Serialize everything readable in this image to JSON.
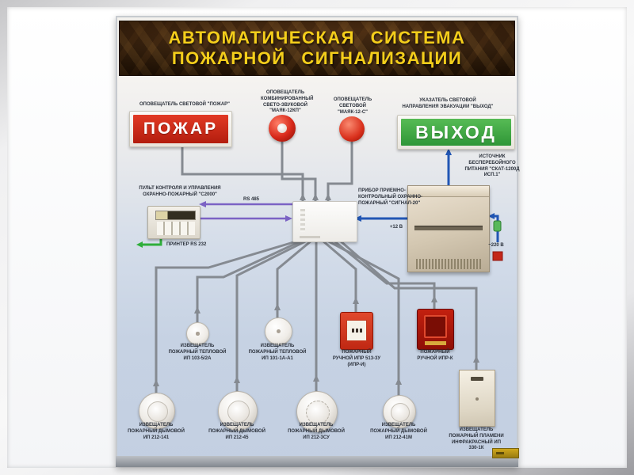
{
  "title": {
    "line1": "АВТОМАТИЧЕСКАЯ  СИСТЕМА",
    "line2": "ПОЖАРНОЙ  СИГНАЛИЗАЦИИ"
  },
  "signs": {
    "fire": {
      "caption": "ОПОВЕЩАТЕЛЬ СВЕТОВОЙ \"ПОЖАР\"",
      "text": "ПОЖАР"
    },
    "exit": {
      "caption": "УКАЗАТЕЛЬ СВЕТОВОЙ НАПРАВЛЕНИЯ ЭВАКУАЦИИ \"ВЫХОД\"",
      "text": "ВЫХОД"
    }
  },
  "annunciators": {
    "combined": {
      "caption": "ОПОВЕЩАТЕЛЬ КОМБИНИРОВАННЫЙ СВЕТО-ЗВУКОВОЙ \"МАЯК-12КП\""
    },
    "light": {
      "caption": "ОПОВЕЩАТЕЛЬ СВЕТОВОЙ \"МАЯК-12-С\""
    }
  },
  "console": {
    "caption": "ПУЛЬТ КОНТРОЛЯ И УПРАВЛЕНИЯ ОХРАННО-ПОЖАРНЫЙ \"С2000\"",
    "printer": "ПРИНТЕР RS 232",
    "bus": "RS 485"
  },
  "panel": {
    "caption": "ПРИБОР ПРИЕМНО-КОНТРОЛЬНЫЙ ОХРАННО-ПОЖАРНЫЙ \"СИГНАЛ-20\"",
    "power_in": "+12 В"
  },
  "ups": {
    "caption": "ИСТОЧНИК БЕСПЕРЕБОЙНОГО ПИТАНИЯ \"СКАТ-1200Д исп.1\"",
    "mains": "~220 В"
  },
  "detectors": {
    "heat1": "ИЗВЕЩАТЕЛЬ ПОЖАРНЫЙ ТЕПЛОВОЙ ИП 103-5/2А",
    "heat2": "ИЗВЕЩАТЕЛЬ ПОЖАРНЫЙ ТЕПЛОВОЙ ИП 101-1А-А1",
    "manual1": "ПОЖАРНЫЙ РУЧНОЙ ИПР 513-3У (ИПР-И)",
    "manual2": "ПОЖАРНЫЙ РУЧНОЙ ИПР-К",
    "smoke1": "ИЗВЕЩАТЕЛЬ ПОЖАРНЫЙ ДЫМОВОЙ ИП 212-141",
    "smoke2": "ИЗВЕЩАТЕЛЬ ПОЖАРНЫЙ ДЫМОВОЙ ИП 212-45",
    "smoke3": "ИЗВЕЩАТЕЛЬ ПОЖАРНЫЙ ДЫМОВОЙ ИП 212-3СУ",
    "smoke4": "ИЗВЕЩАТЕЛЬ ПОЖАРНЫЙ ДЫМОВОЙ ИП 212-41М",
    "flame": "ИЗВЕЩАТЕЛЬ ПОЖАРНЫЙ ПЛАМЕНИ ИНФРАКРАСНЫЙ ИП 330-1К"
  },
  "colors": {
    "wire_gray": "#858a91",
    "bus_purple": "#7b62c4",
    "printer_green": "#2fae3a",
    "power_blue": "#2156b4",
    "fire_red": "#c02813",
    "exit_green": "#2f9637",
    "banner_brown": "#39230f",
    "banner_yellow": "#f4ce1b"
  }
}
